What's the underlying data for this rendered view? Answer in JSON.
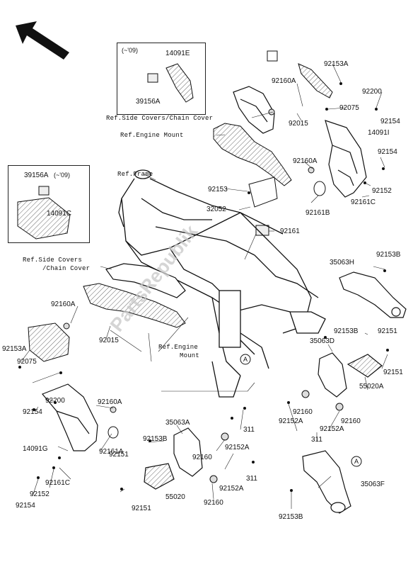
{
  "watermark": "PartsRepublik",
  "insets": {
    "upper": {
      "year": "(~'09)",
      "part_a": "14091E",
      "part_b": "39156A"
    },
    "left": {
      "year": "(~'09)",
      "part_a": "39156A",
      "part_b": "14091C"
    }
  },
  "references": {
    "side_covers_top": "Ref.Side Covers/Chain Cover",
    "engine_mount_top": "Ref.Engine Mount",
    "frame": "Ref.Frame",
    "side_covers_left_1": "Ref.Side Covers",
    "side_covers_left_2": "/Chain Cover",
    "engine_mount_mid_1": "Ref.Engine",
    "engine_mount_mid_2": "Mount"
  },
  "callouts": {
    "c92153A_top": "92153A",
    "c92160A_top": "92160A",
    "c92200_top": "92200",
    "c92075_top": "92075",
    "c92154_top": "92154",
    "c92015_top": "92015",
    "c14091I": "14091I",
    "c92154_r": "92154",
    "c92160A_r": "92160A",
    "c92153": "92153",
    "c32052": "32052",
    "c92152_r": "92152",
    "c92161C_r": "92161C",
    "c92161B": "92161B",
    "c92161": "92161",
    "c35063H": "35063H",
    "c92153B_r1": "92153B",
    "c92160A_l": "92160A",
    "c92015_l": "92015",
    "c92153A_l": "92153A",
    "c92075_l": "92075",
    "c92200_l": "92200",
    "c92154_l": "92154",
    "c92160A_l2": "92160A",
    "c14091G": "14091G",
    "c92161A": "92161A",
    "c92161C_l": "92161C",
    "c92152_l": "92152",
    "c92154_lb": "92154",
    "c92153B_r2": "92153B",
    "c92151_r1": "92151",
    "c35063D": "35063D",
    "c92151_r2": "92151",
    "c55020A": "55020A",
    "c92152A_r1": "92152A",
    "c92160_r1": "92160",
    "c92152A_r2": "92152A",
    "c92160_r2": "92160",
    "c311_r": "311",
    "c35063A": "35063A",
    "c311_m1": "311",
    "c92152A_m1": "92152A",
    "c92153B_l": "92153B",
    "c92160_m1": "92160",
    "c311_m2": "311",
    "c92151_l1": "92151",
    "c55020": "55020",
    "c92152A_m2": "92152A",
    "c92151_l2": "92151",
    "c92160_m2": "92160",
    "c35063F": "35063F",
    "c92153B_b": "92153B"
  },
  "markers": {
    "a1": "A",
    "a2": "A"
  },
  "icons": [
    "front-direction-arrow-icon",
    "circle-a-marker-icon"
  ]
}
